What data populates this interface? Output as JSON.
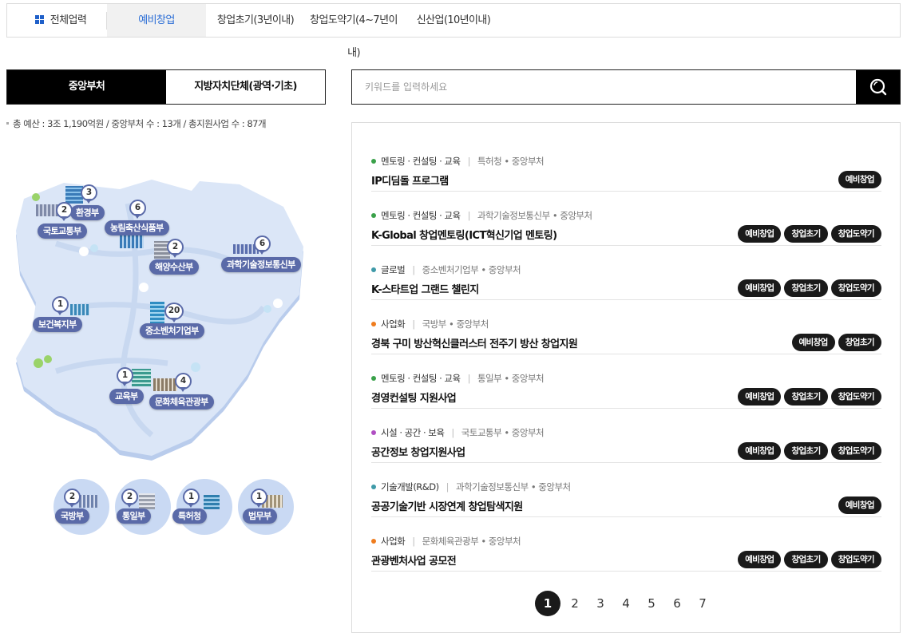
{
  "topnav": {
    "tabs": [
      {
        "label": "전체업력"
      },
      {
        "label": "예비창업"
      },
      {
        "label": "창업초기(3년이내)"
      },
      {
        "label": "창업도약기(4~7년이내)"
      },
      {
        "label": "신산업(10년이내)"
      }
    ],
    "active_index": 1
  },
  "org_tabs": [
    "중앙부처",
    "지방자치단체(광역·기초)"
  ],
  "search": {
    "placeholder": "키워드를 입력하세요",
    "icon": "search-icon"
  },
  "summary": "총 예산 : 3조 1,190억원 / 중앙부처 수 : 13개 / 총지원사업 수 : 87개",
  "map": {
    "ministries": [
      {
        "name": "환경부",
        "count": "3"
      },
      {
        "name": "국토교통부",
        "count": "2"
      },
      {
        "name": "농림축산식품부",
        "count": "6"
      },
      {
        "name": "해양수산부",
        "count": "2"
      },
      {
        "name": "과학기술정보통신부",
        "count": "6"
      },
      {
        "name": "보건복지부",
        "count": "1"
      },
      {
        "name": "중소벤처기업부",
        "count": "20"
      },
      {
        "name": "교육부",
        "count": "1"
      },
      {
        "name": "문화체육관광부",
        "count": "4"
      }
    ],
    "others": [
      {
        "name": "국방부",
        "count": "2"
      },
      {
        "name": "통일부",
        "count": "2"
      },
      {
        "name": "특허청",
        "count": "1"
      },
      {
        "name": "법무부",
        "count": "1"
      }
    ]
  },
  "items": [
    {
      "category": "멘토링 · 컨설팅 · 교육",
      "dot": "#3aa14a",
      "org": "특허청 • 중앙부처",
      "title": "IP디딤돌 프로그램",
      "tags": [
        "예비창업"
      ]
    },
    {
      "category": "멘토링 · 컨설팅 · 교육",
      "dot": "#3aa14a",
      "org": "과학기술정보통신부 • 중앙부처",
      "title": "K-Global 창업멘토링(ICT혁신기업 멘토링)",
      "tags": [
        "예비창업",
        "창업초기",
        "창업도약기"
      ]
    },
    {
      "category": "글로벌",
      "dot": "#3f9aa8",
      "org": "중소벤처기업부 • 중앙부처",
      "title": "K-스타트업 그랜드 챌린지",
      "tags": [
        "예비창업",
        "창업초기",
        "창업도약기"
      ]
    },
    {
      "category": "사업화",
      "dot": "#ef7c1e",
      "org": "국방부 • 중앙부처",
      "title": "경북 구미 방산혁신클러스터 전주기 방산 창업지원",
      "tags": [
        "예비창업",
        "창업초기"
      ]
    },
    {
      "category": "멘토링 · 컨설팅 · 교육",
      "dot": "#3aa14a",
      "org": "통일부 • 중앙부처",
      "title": "경영컨설팅 지원사업",
      "tags": [
        "예비창업",
        "창업초기",
        "창업도약기"
      ]
    },
    {
      "category": "시설 · 공간 · 보육",
      "dot": "#b04fc2",
      "org": "국토교통부 • 중앙부처",
      "title": "공간정보 창업지원사업",
      "tags": [
        "예비창업",
        "창업초기",
        "창업도약기"
      ]
    },
    {
      "category": "기술개발(R&D)",
      "dot": "#3f9aa8",
      "org": "과학기술정보통신부 • 중앙부처",
      "title": "공공기술기반 시장연계 창업탐색지원",
      "tags": [
        "예비창업"
      ]
    },
    {
      "category": "사업화",
      "dot": "#ef7c1e",
      "org": "문화체육관광부 • 중앙부처",
      "title": "관광벤처사업 공모전",
      "tags": [
        "예비창업",
        "창업초기",
        "창업도약기"
      ]
    }
  ],
  "pagination": {
    "pages": [
      "1",
      "2",
      "3",
      "4",
      "5",
      "6",
      "7"
    ],
    "current": "1"
  }
}
